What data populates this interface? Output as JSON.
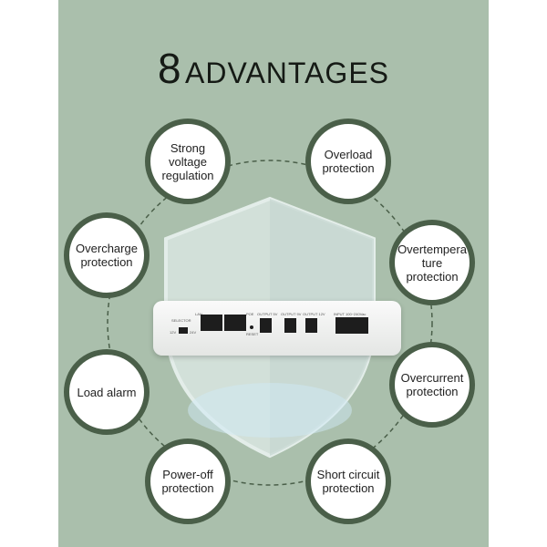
{
  "title": {
    "number": "8",
    "word": "ADVANTAGES"
  },
  "advantages": [
    "Strong voltage\nregulation",
    "Overload\nprotection",
    "Overcharge\nprotection",
    "Overtempera\nture protection",
    "Load alarm",
    "Overcurrent\nprotection",
    "Power-off\nprotection",
    "Short circuit\nprotection"
  ],
  "device": {
    "lan": "LAN",
    "selector": "SELECTOR",
    "v12": "12V",
    "v24": "24V",
    "poe": "POE",
    "reset": "RESET",
    "out1": "OUTPUT 5V",
    "out2": "OUTPUT 9V",
    "out3": "OUTPUT 12V",
    "input": "INPUT 100~240Vac"
  },
  "colors": {
    "background": "#aabfac",
    "ring": "#4a5f49"
  }
}
